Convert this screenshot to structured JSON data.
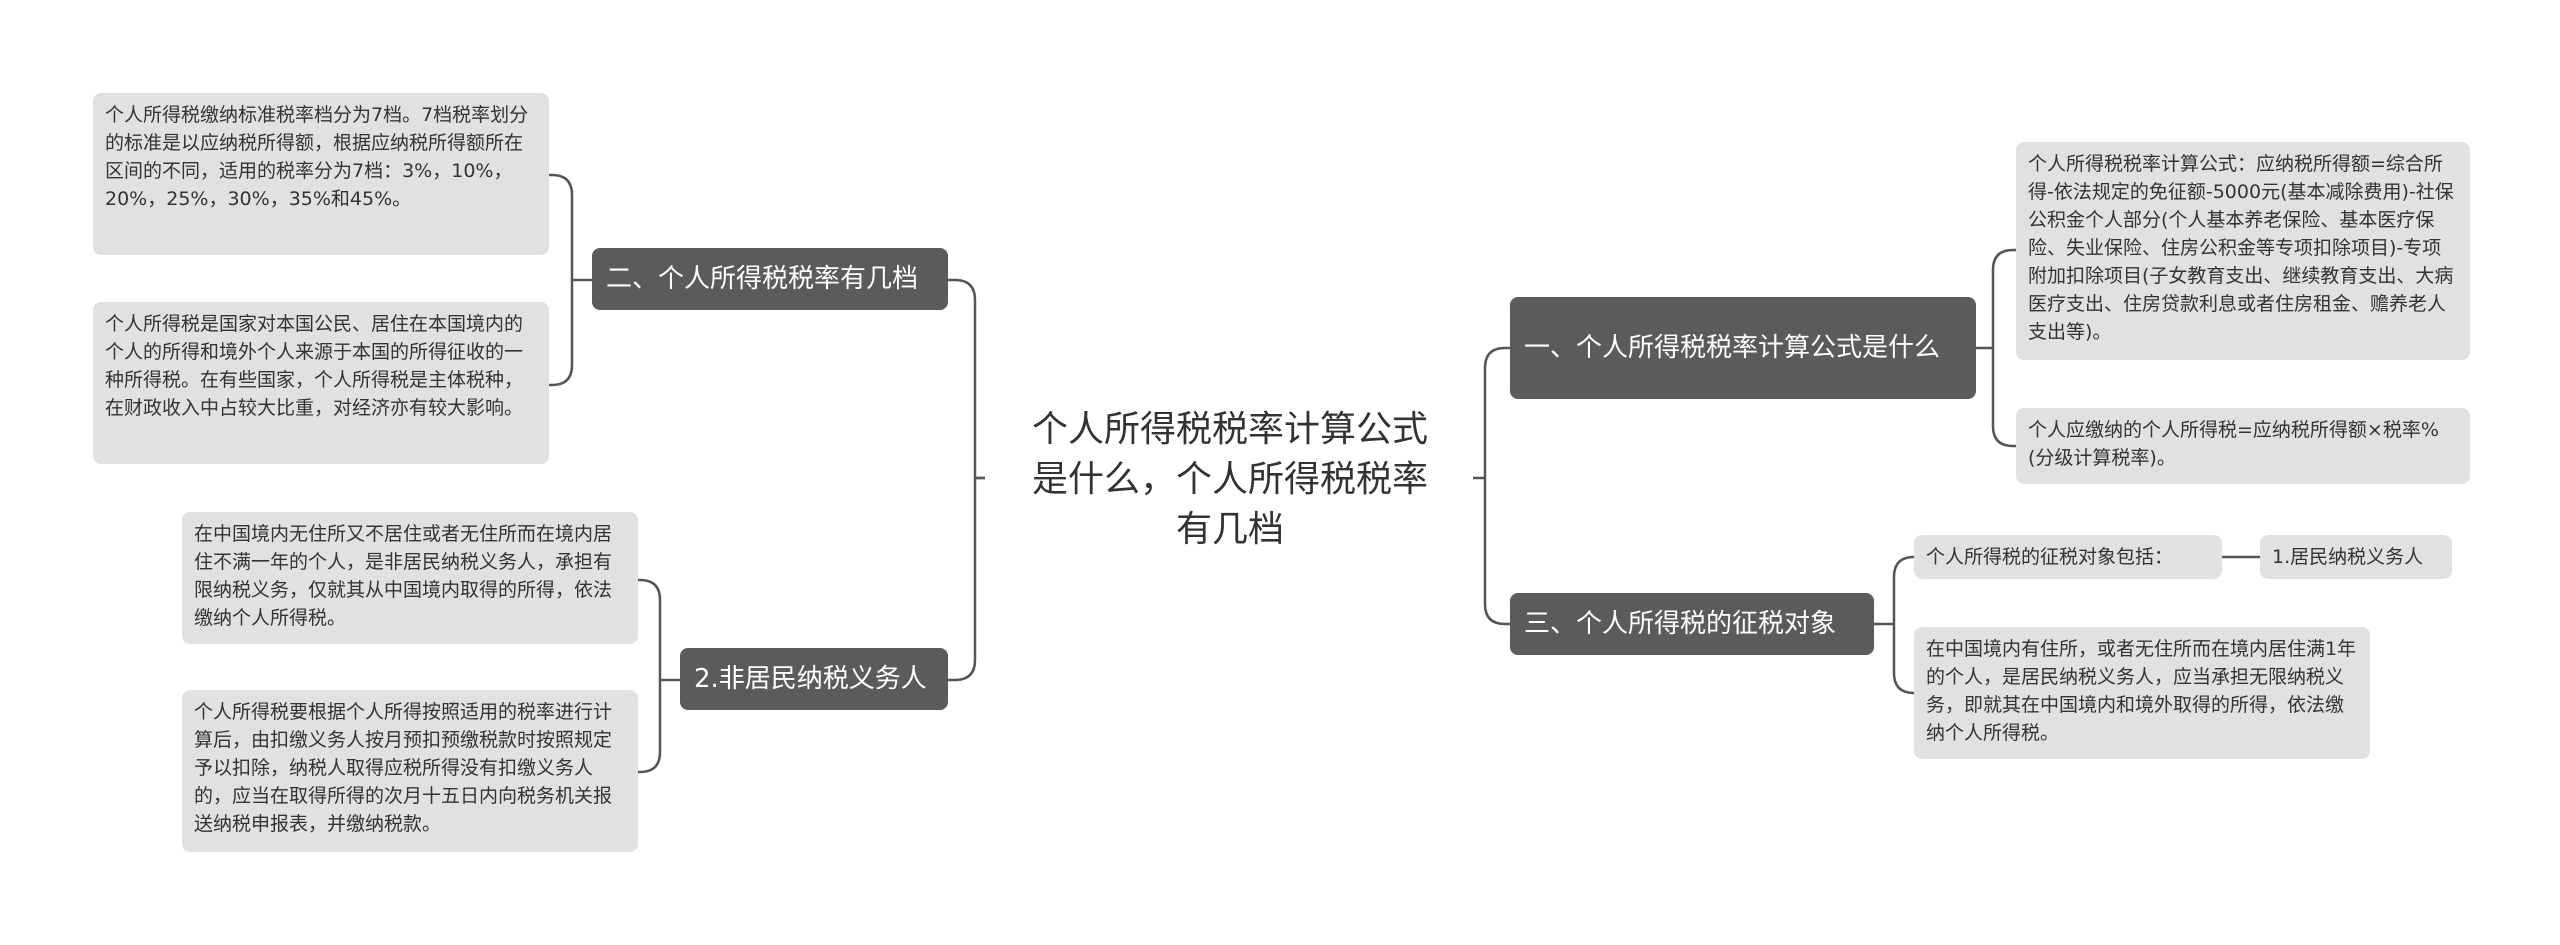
{
  "center_title": "个人所得税税率计算公式是什么，个人所得税税率有几档",
  "left_branches": [
    {
      "label": "二、个人所得税税率有几档",
      "leaves": [
        "个人所得税缴纳标准税率档分为7档。7档税率划分的标准是以应纳税所得额，根据应纳税所得额所在区间的不同，适用的税率分为7档：3%，10%，20%，25%，30%，35%和45%。",
        "个人所得税是国家对本国公民、居住在本国境内的个人的所得和境外个人来源于本国的所得征收的一种所得税。在有些国家，个人所得税是主体税种，在财政收入中占较大比重，对经济亦有较大影响。"
      ]
    },
    {
      "label": "2.非居民纳税义务人",
      "leaves": [
        "在中国境内无住所又不居住或者无住所而在境内居住不满一年的个人，是非居民纳税义务人，承担有限纳税义务，仅就其从中国境内取得的所得，依法缴纳个人所得税。",
        "个人所得税要根据个人所得按照适用的税率进行计算后，由扣缴义务人按月预扣预缴税款时按照规定予以扣除，纳税人取得应税所得没有扣缴义务人的，应当在取得所得的次月十五日内向税务机关报送纳税申报表，并缴纳税款。"
      ]
    }
  ],
  "right_branches": [
    {
      "label": "一、个人所得税税率计算公式是什么",
      "leaves": [
        "个人所得税税率计算公式：应纳税所得额=综合所得-依法规定的免征额-5000元(基本减除费用)-社保公积金个人部分(个人基本养老保险、基本医疗保险、失业保险、住房公积金等专项扣除项目)-专项附加扣除项目(子女教育支出、继续教育支出、大病医疗支出、住房贷款利息或者住房租金、赡养老人支出等)。",
        "个人应缴纳的个人所得税=应纳税所得额×税率%(分级计算税率)。"
      ]
    },
    {
      "label": "三、个人所得税的征税对象",
      "leaves": [
        "个人所得税的征税对象包括：",
        "在中国境内有住所，或者无住所而在境内居住满1年的个人，是居民纳税义务人，应当承担无限纳税义务，即就其在中国境内和境外取得的所得，依法缴纳个人所得税。"
      ],
      "sub_leaf": "1.居民纳税义务人"
    }
  ]
}
